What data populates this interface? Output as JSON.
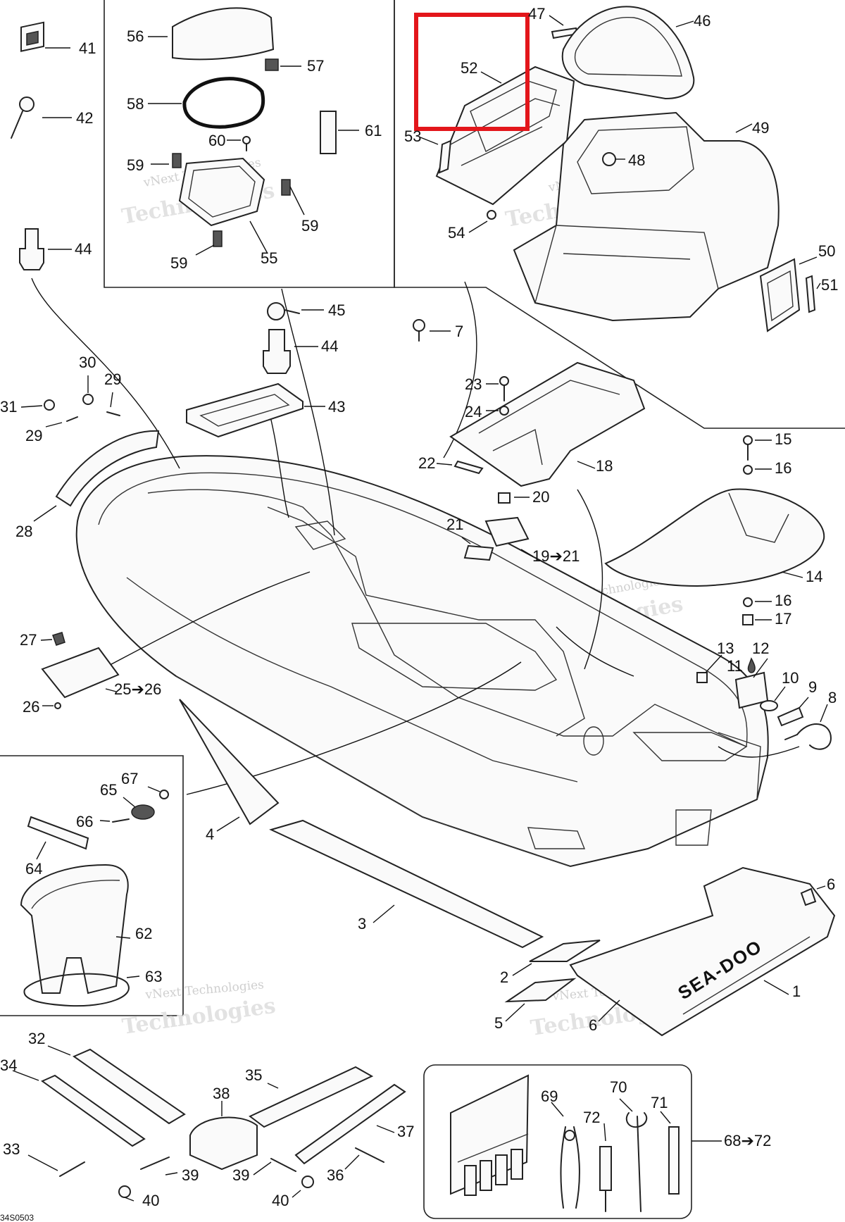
{
  "diagram": {
    "drawing_number": "34S0503",
    "highlight_color": "#e3161b",
    "highlighted_callout": "52",
    "watermark_line1": "vNext Technologies",
    "watermark_line2": "vNext",
    "watermark_line3": "Technologies",
    "hull_logo": "SEA-DOO",
    "callouts": {
      "c1": "1",
      "c2": "2",
      "c3": "3",
      "c4": "4",
      "c5": "5",
      "c6": "6",
      "c6b": "6",
      "c7": "7",
      "c8": "8",
      "c9": "9",
      "c10": "10",
      "c11": "11",
      "c12": "12",
      "c13": "13",
      "c14": "14",
      "c15": "15",
      "c16": "16",
      "c16b": "16",
      "c17": "17",
      "c18": "18",
      "c19": "19➔21",
      "c20": "20",
      "c21": "21",
      "c22": "22",
      "c23": "23",
      "c24": "24",
      "c25": "25➔26",
      "c26": "26",
      "c27": "27",
      "c28": "28",
      "c29": "29",
      "c29b": "29",
      "c30": "30",
      "c31": "31",
      "c32": "32",
      "c33": "33",
      "c34": "34",
      "c35": "35",
      "c36": "36",
      "c37": "37",
      "c38": "38",
      "c39": "39",
      "c39b": "39",
      "c40": "40",
      "c40b": "40",
      "c41": "41",
      "c42": "42",
      "c43": "43",
      "c44": "44",
      "c44b": "44",
      "c45": "45",
      "c46": "46",
      "c47": "47",
      "c48": "48",
      "c49": "49",
      "c50": "50",
      "c51": "51",
      "c52": "52",
      "c53": "53",
      "c54": "54",
      "c55": "55",
      "c56": "56",
      "c57": "57",
      "c58": "58",
      "c59": "59",
      "c59b": "59",
      "c59c": "59",
      "c60": "60",
      "c61": "61",
      "c62": "62",
      "c63": "63",
      "c64": "64",
      "c65": "65",
      "c66": "66",
      "c67": "67",
      "c68": "68➔72",
      "c69": "69",
      "c70": "70",
      "c71": "71",
      "c72": "72"
    }
  }
}
